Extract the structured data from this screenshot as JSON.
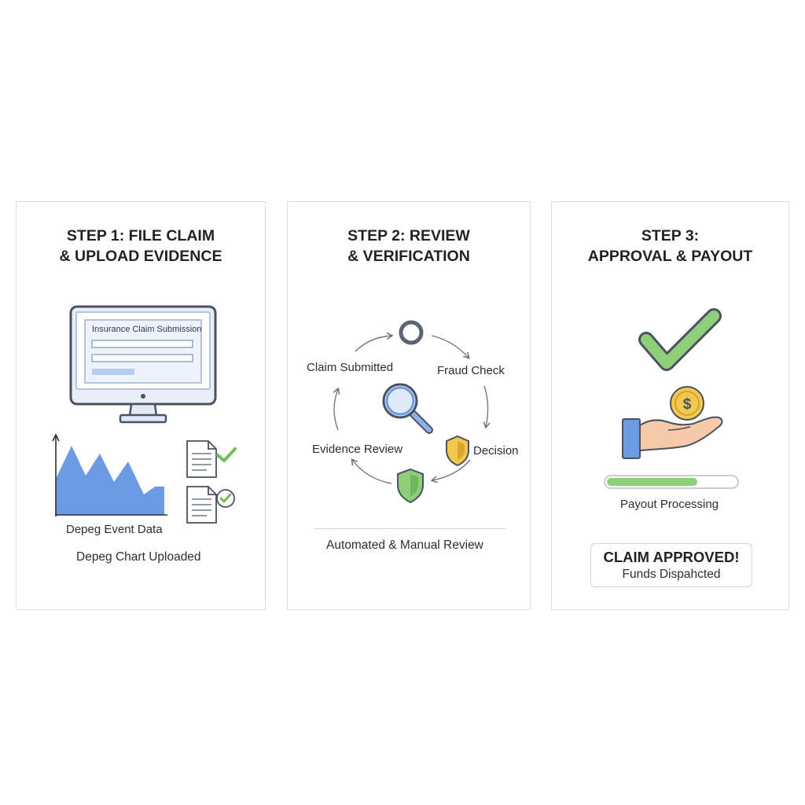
{
  "steps": [
    {
      "title_line1": "STEP 1: FILE CLAIM",
      "title_line2": "& UPLOAD EVIDENCE",
      "form_title": "Insurance Claim Submission",
      "chart_label": "Depeg Event Data",
      "caption": "Depeg Chart Uploaded"
    },
    {
      "title_line1": "STEP 2: REVIEW",
      "title_line2": "& VERIFICATION",
      "cycle": [
        "Claim Submitted",
        "Fraud Check",
        "Decision",
        "Evidence Review"
      ],
      "caption": "Automated & Manual Review"
    },
    {
      "title_line1": "STEP 3:",
      "title_line2": "APPROVAL & PAYOUT",
      "progress_label": "Payout Processing",
      "progress_fraction": 0.7,
      "status_title": "CLAIM APPROVED!",
      "status_subtitle": "Funds Dispahcted"
    }
  ],
  "colors": {
    "blue": "#6b9be3",
    "blue_light": "#dfe9f8",
    "green": "#8ed07a",
    "gold": "#f2c94c",
    "dark_outline": "#4a5260"
  }
}
